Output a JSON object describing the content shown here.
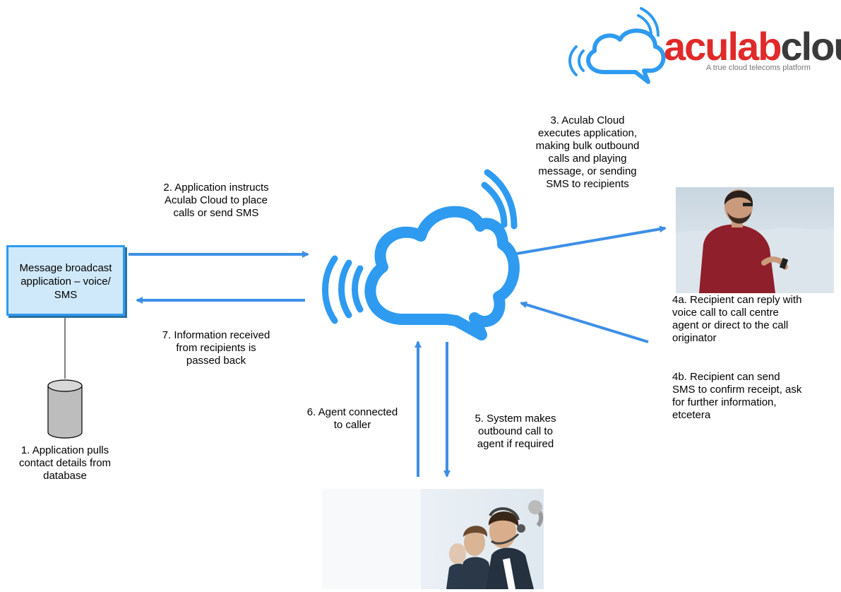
{
  "logo": {
    "word_part1": "aculab",
    "word_part2": "cloud",
    "tagline": "A true cloud telecoms platform",
    "color_part1": "#e02a2a",
    "color_part2": "#3a3a3a"
  },
  "colors": {
    "arrow_blue": "#3d8fe6",
    "cloud_blue": "#2f9bf0"
  },
  "app_box": {
    "lines": [
      "Message broadcast",
      "application – voice/",
      "SMS"
    ]
  },
  "steps": {
    "step1": [
      "1. Application pulls",
      "contact details from",
      "database"
    ],
    "step2": [
      "2. Application instructs",
      "Aculab Cloud to place",
      "calls or send SMS"
    ],
    "step3": [
      "3. Aculab Cloud",
      "executes application,",
      "making bulk outbound",
      "calls and playing",
      "message, or sending",
      "SMS to recipients"
    ],
    "step4a": [
      "4a. Recipient can reply with",
      "voice call to call centre",
      "agent or direct to the call",
      "originator"
    ],
    "step4b": [
      "4b. Recipient can send",
      "SMS to confirm receipt, ask",
      "for further information,",
      "etcetera"
    ],
    "step5": [
      "5. System makes",
      "outbound call to",
      "agent if required"
    ],
    "step6": [
      "6. Agent connected",
      "to caller"
    ],
    "step7": [
      "7. Information received",
      "from recipients is",
      "passed back"
    ]
  },
  "icons": {
    "cloud": "cloud-speech-icon",
    "database": "database-cylinder-icon",
    "recipient_photo": "man-with-phone-photo",
    "agents_photo": "call-centre-agents-photo"
  }
}
